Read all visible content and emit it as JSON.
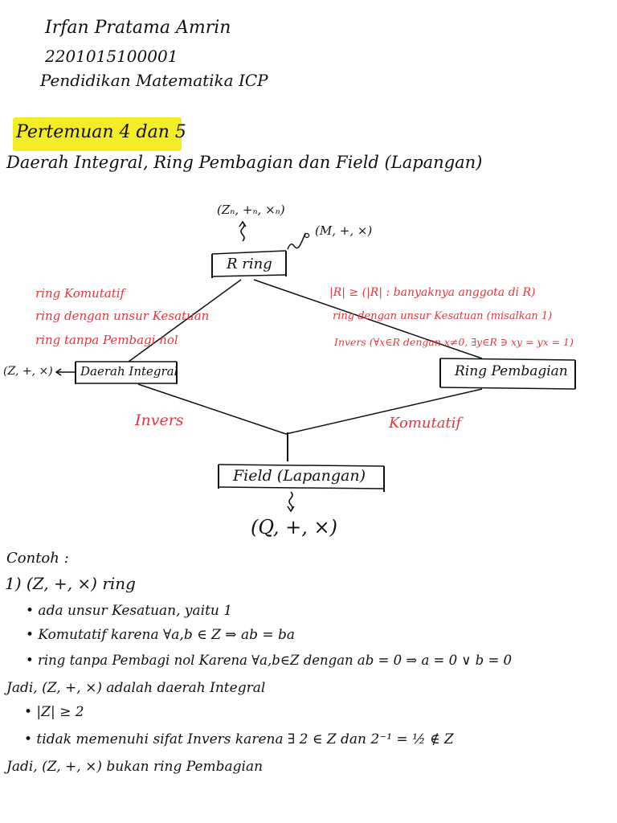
{
  "header": {
    "name": "Irfan Pratama Amrin",
    "nim": "2201015100001",
    "program": "Pendidikan Matematika ICP"
  },
  "title": {
    "meeting": "Pertemuan 4 dan 5",
    "topic": "Daerah Integral, Ring Pembagian dan Field (Lapangan)"
  },
  "diagram": {
    "zn_label": "(Zₙ, +ₙ, ×ₙ)",
    "m_label": "(M, +, ×)",
    "ring": "R ring",
    "ring_notes_left": [
      "ring Komutatif",
      "ring dengan unsur Kesatuan",
      "ring tanpa Pembagi nol"
    ],
    "ring_notes_right": [
      "|R| ≥ (|R| : banyaknya anggota di R)",
      "ring dengan unsur Kesatuan (misalkan 1)",
      "Invers (∀x∈R dengan x≠0, ∃y∈R ∋ xy = yx = 1)"
    ],
    "integral_domain": "Daerah Integral",
    "integral_example": "(Z, +, ×)",
    "division_ring": "Ring Pembagian",
    "edge_left": "Invers",
    "edge_right": "Komutatif",
    "field": "Field (Lapangan)",
    "field_example": "(Q, +, ×)"
  },
  "example": {
    "heading": "Contoh :",
    "item1": "1) (Z, +, ×) ring",
    "bullets": [
      "• ada unsur Kesatuan, yaitu 1",
      "• Komutatif karena ∀a,b ∈ Z ⇒ ab = ba",
      "• ring tanpa Pembagi nol Karena ∀a,b∈Z dengan ab = 0 ⇒ a = 0 ∨ b = 0"
    ],
    "conclusion1": "Jadi, (Z, +, ×) adalah daerah Integral",
    "bullets2": [
      "• |Z| ≥ 2",
      "• tidak memenuhi sifat Invers karena ∃ 2 ∈ Z dan 2⁻¹ = ½ ∉ Z"
    ],
    "conclusion2": "Jadi, (Z, +, ×) bukan ring Pembagian"
  },
  "colors": {
    "ink": "#111111",
    "red": "#e8343a",
    "highlight": "#f5ec28"
  }
}
